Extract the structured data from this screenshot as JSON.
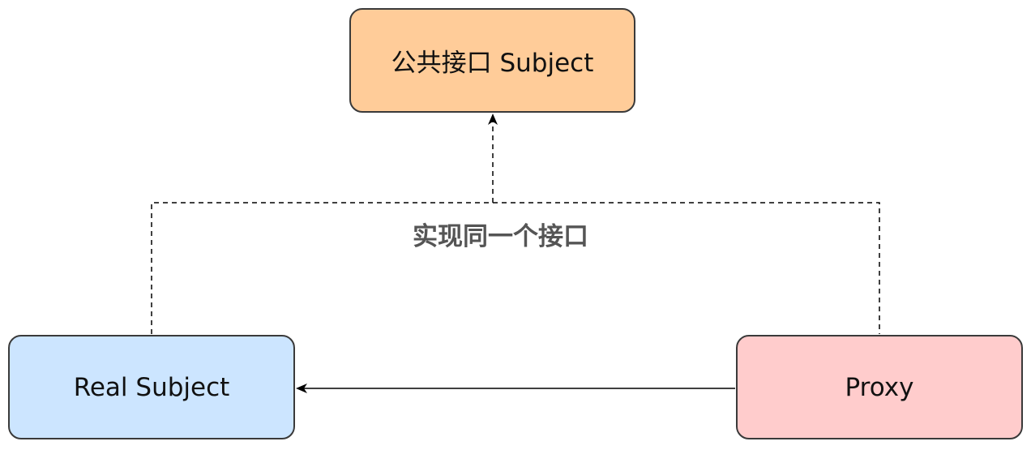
{
  "nodes": {
    "subject": {
      "label": "公共接口 Subject",
      "fill": "#ffcc99"
    },
    "real_subject": {
      "label": "Real Subject",
      "fill": "#cce5ff"
    },
    "proxy": {
      "label": "Proxy",
      "fill": "#ffcccc"
    }
  },
  "edges": {
    "implements_label": "实现同一个接口",
    "implements_style": "dashed",
    "delegates_style": "solid"
  },
  "colors": {
    "stroke": "#3a3a3a",
    "line": "#000000",
    "label_text": "#555555"
  }
}
